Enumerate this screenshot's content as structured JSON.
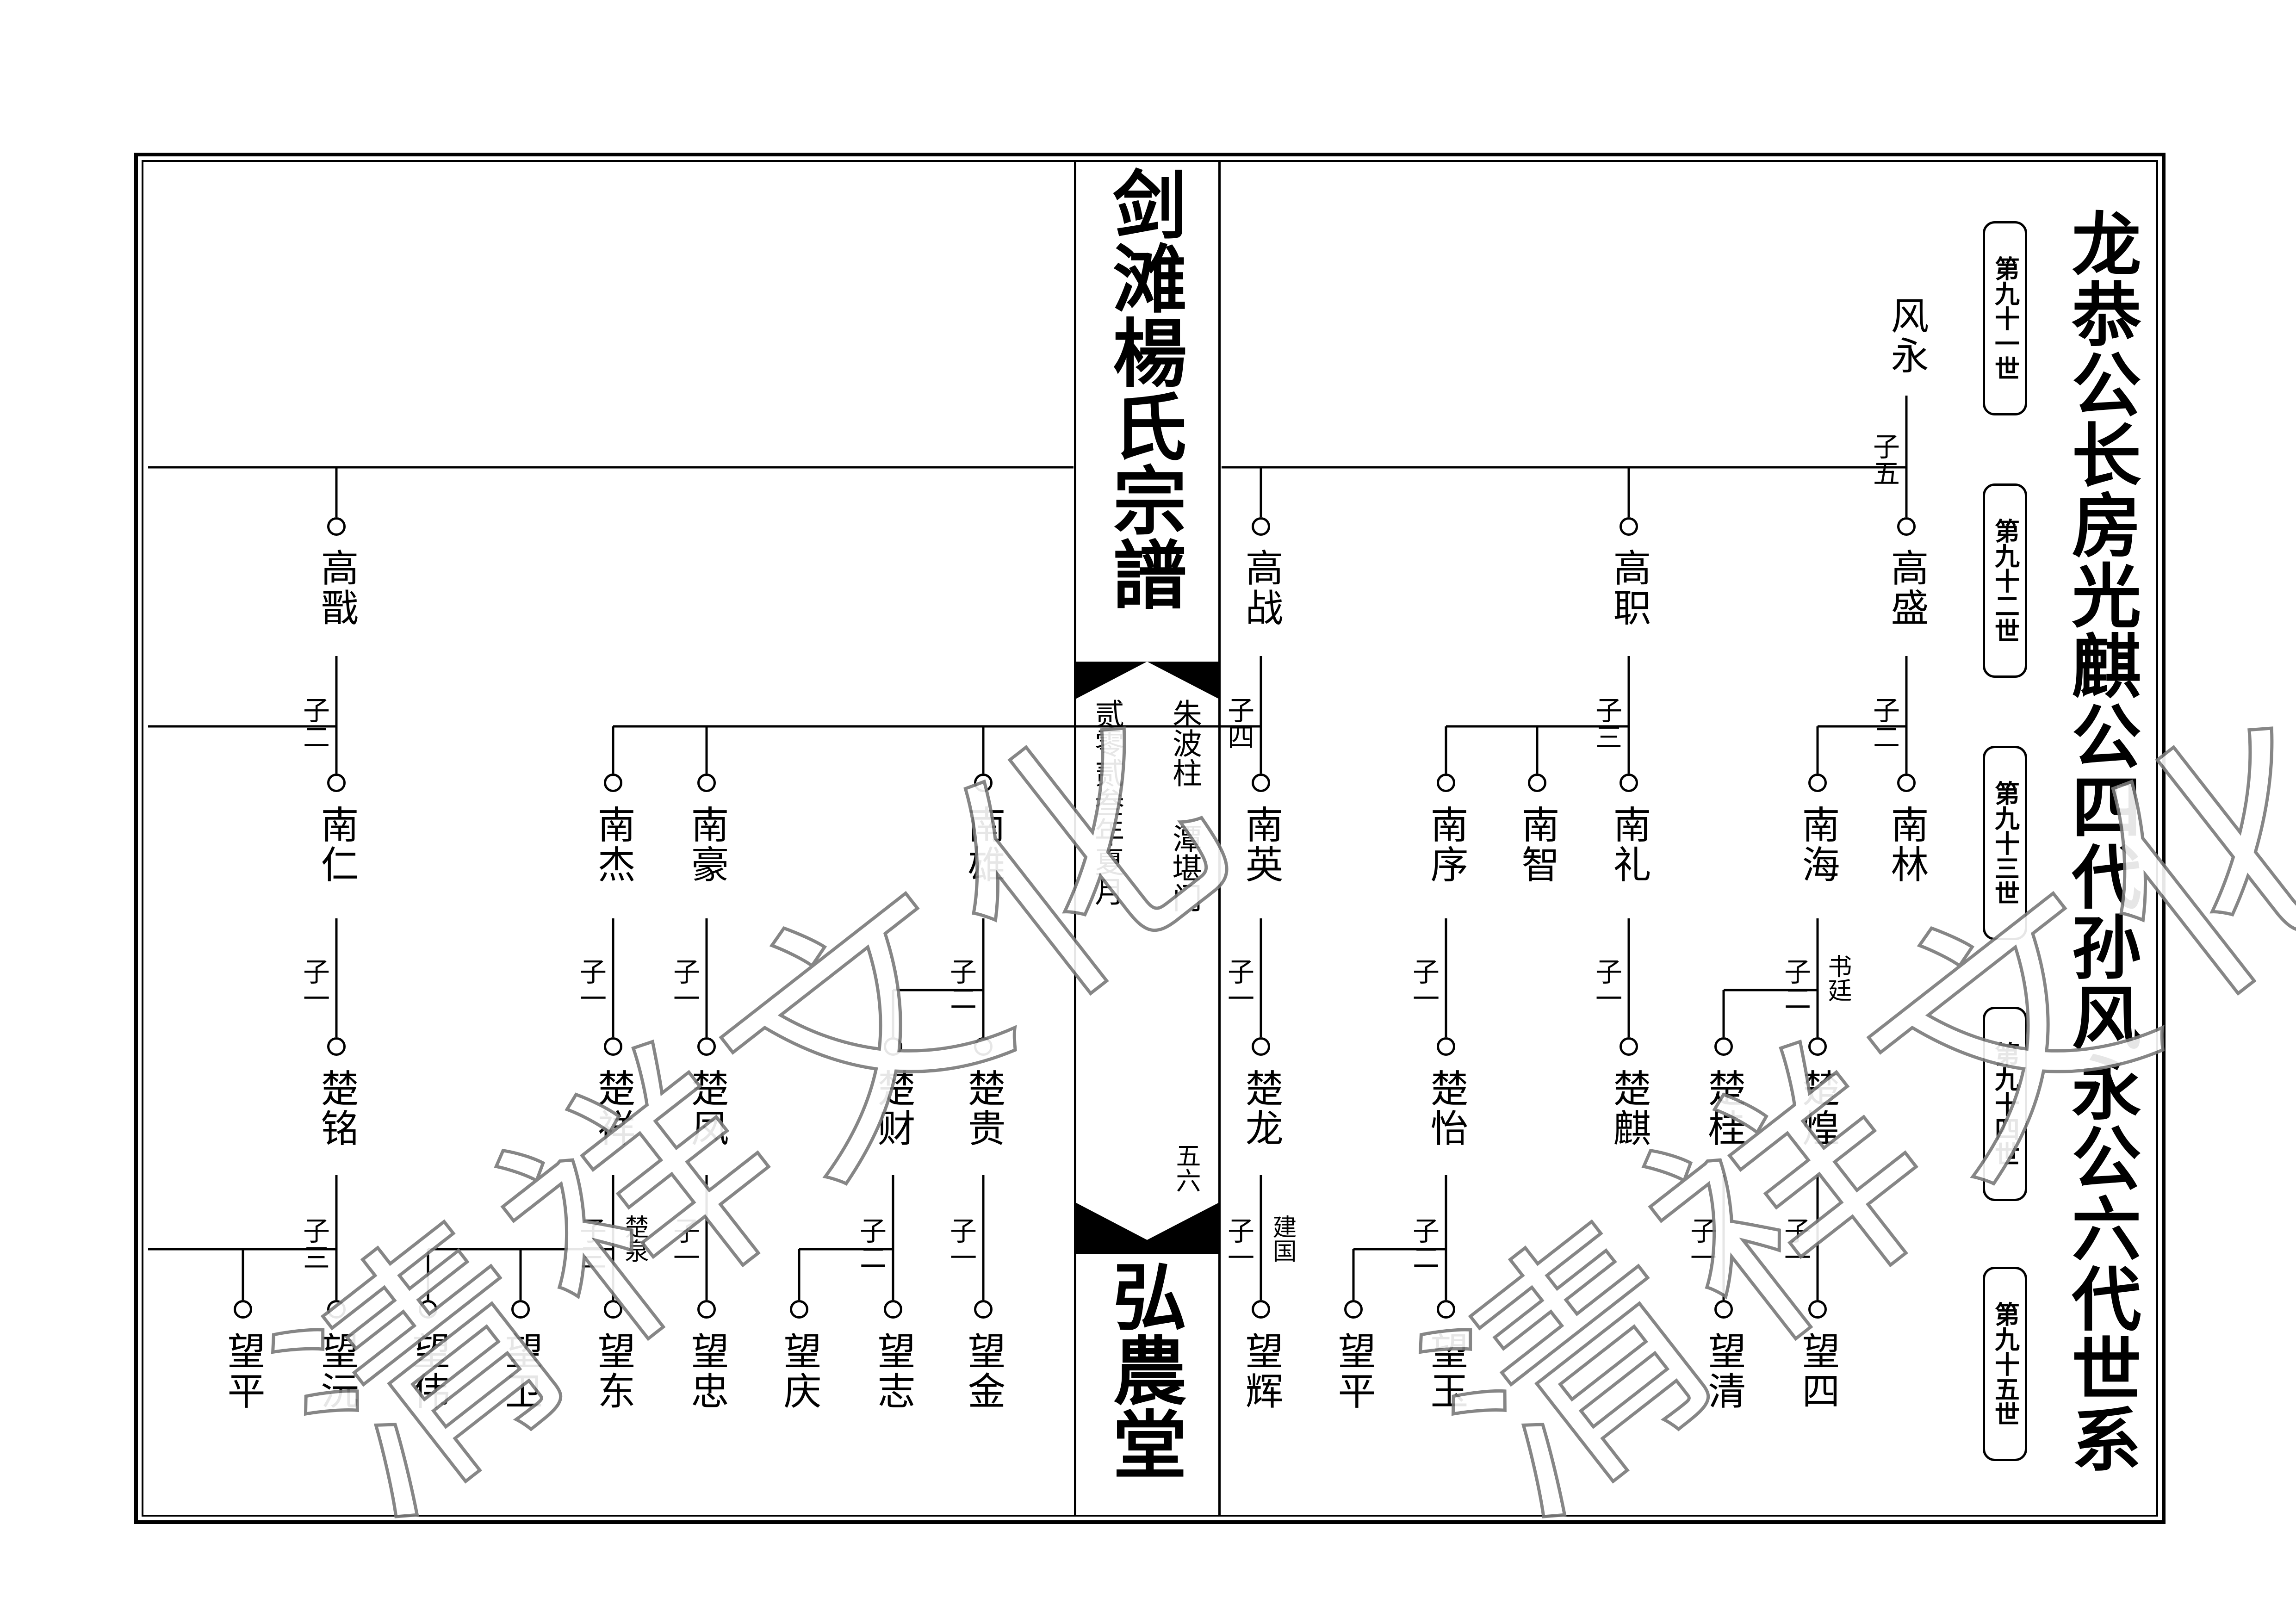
{
  "title": "龙恭公长房光麒公四代孙风永公六代世系",
  "generations": [
    "第九十一世",
    "第九十二世",
    "第九十三世",
    "第九十四世",
    "第九十五世"
  ],
  "spine": {
    "top_title": "剑滩楊氏宗譜",
    "bottom_title": "弘農堂",
    "editor": "朱波柱",
    "place": "潭堪门",
    "date": "贰零贰叁年夏月",
    "page_number": "五六"
  },
  "watermark": "清祥文化",
  "root": {
    "name": "风永",
    "sons": "子五"
  },
  "gen92": [
    "高盛",
    "高职",
    "高战",
    "高戬"
  ],
  "gen93_sons": {
    "gaosheng": "子二",
    "gaozhi": "子三",
    "gaozhan": "子四",
    "gaojian": "子二"
  },
  "gen93": [
    "南林",
    "南海",
    "南礼",
    "南智",
    "南序",
    "南英",
    "南雄",
    "南豪",
    "南杰",
    "南仁"
  ],
  "gen94_sons": {
    "nanlin": "子二",
    "nanhai": "子一",
    "nanxu": "子一",
    "nanying": "子一",
    "nanxiong": "子二",
    "nanhao": "子一",
    "nanjie": "子一",
    "nanren": "子一"
  },
  "gen94_note_nanlin": "书廷",
  "gen94": [
    "楚煌",
    "楚桂",
    "楚麒",
    "楚怡",
    "楚龙",
    "楚贵",
    "楚财",
    "楚凤",
    "楚祥",
    "楚铭"
  ],
  "gen95_sons": {
    "chuhuang": "子一",
    "chugui": "子一",
    "chuyi": "子二",
    "chulong": "子一",
    "chugui2": "子一",
    "chucai": "子二",
    "chufeng": "子一",
    "chuxiang": "子三",
    "chuming": "子三"
  },
  "gen95_note_chulong": "建国",
  "gen95_note_chuxiang": "楚泉",
  "gen95": [
    "望四",
    "望清",
    "望玉",
    "望平",
    "望辉",
    "望金",
    "望志",
    "望庆",
    "望忠",
    "望东",
    "望卫",
    "望伟",
    "望沅",
    "望平"
  ]
}
